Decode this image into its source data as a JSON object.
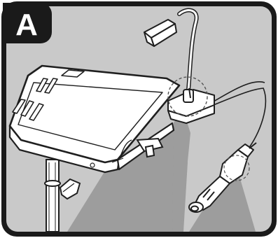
{
  "panel": {
    "step_letter": "A",
    "colors": {
      "frame_outer": "#1a1a1a",
      "panel_background": "#c9c9c9",
      "badge_fill": "#1a1a1a",
      "badge_text": "#ffffff",
      "product_fill": "#ffffff",
      "line_art": "#1f1f1f",
      "light_beam": "#9a9a9a"
    },
    "illustration": {
      "icons": [
        "lap-desk-table",
        "gooseneck-led-lamp",
        "lamp-clip-base",
        "car-cigarette-lighter-plug",
        "power-cord",
        "table-post",
        "height-knob",
        "detail-circle"
      ]
    }
  }
}
